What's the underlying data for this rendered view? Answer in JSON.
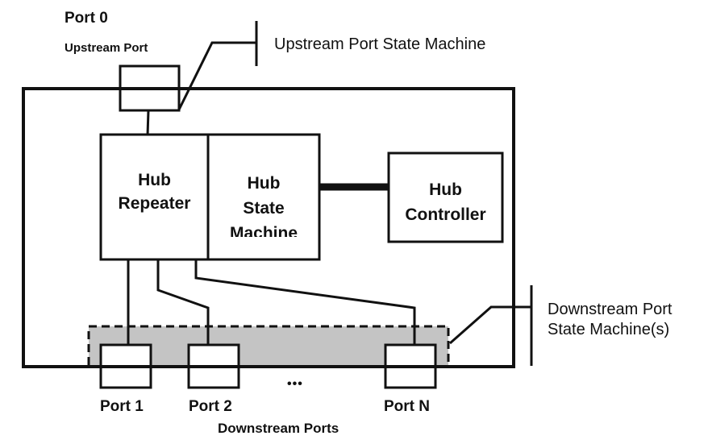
{
  "diagram": {
    "upstream": {
      "port_label": "Port 0",
      "port_caption": "Upstream Port",
      "state_machine_label": "Upstream Port State Machine"
    },
    "hub_repeater": {
      "line1": "Hub",
      "line2": "Repeater"
    },
    "hub_state_machine": {
      "line1": "Hub",
      "line2": "State",
      "line3": "Machine"
    },
    "hub_controller": {
      "line1": "Hub",
      "line2": "Controller"
    },
    "downstream": {
      "ports": [
        {
          "label": "Port 1"
        },
        {
          "label": "Port 2"
        },
        {
          "label": "Port N"
        }
      ],
      "ellipsis": "•••",
      "caption": "Downstream Ports",
      "state_machine_line1": "Downstream Port",
      "state_machine_line2": "State Machine(s)"
    },
    "colors": {
      "stroke": "#111111",
      "shaded_region": "#c4c4c4",
      "background": "#ffffff"
    }
  }
}
